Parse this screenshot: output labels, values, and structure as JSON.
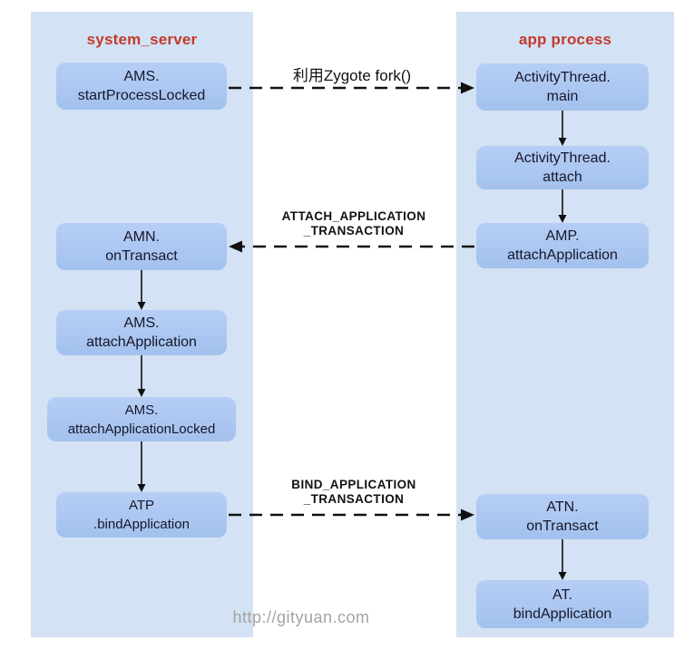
{
  "panels": {
    "left": {
      "title": "system_server"
    },
    "right": {
      "title": "app process"
    }
  },
  "boxes": {
    "left": [
      {
        "line1": "AMS.",
        "line2": "startProcessLocked"
      },
      {
        "line1": "AMN.",
        "line2": "onTransact"
      },
      {
        "line1": "AMS.",
        "line2": "attachApplication"
      },
      {
        "line1": "AMS.",
        "line2": "attachApplicationLocked"
      },
      {
        "line1": "ATP",
        "line2": ".bindApplication"
      }
    ],
    "right": [
      {
        "line1": "ActivityThread.",
        "line2": "main"
      },
      {
        "line1": "ActivityThread.",
        "line2": "attach"
      },
      {
        "line1": "AMP.",
        "line2": "attachApplication"
      },
      {
        "line1": "ATN.",
        "line2": "onTransact"
      },
      {
        "line1": "AT.",
        "line2": "bindApplication"
      }
    ]
  },
  "arrows": [
    {
      "from": "AMS.startProcessLocked",
      "to": "ActivityThread.main",
      "style": "dashed",
      "label": "利用Zygote fork()"
    },
    {
      "from": "AMP.attachApplication",
      "to": "AMN.onTransact",
      "style": "dashed",
      "label_line1": "ATTACH_APPLICATION",
      "label_line2": "_TRANSACTION"
    },
    {
      "from": "ATP.bindApplication",
      "to": "ATN.onTransact",
      "style": "dashed",
      "label_line1": "BIND_APPLICATION",
      "label_line2": "_TRANSACTION"
    }
  ],
  "watermark": "http://gityuan.com",
  "colors": {
    "panel_bg": "#d3e2f4",
    "box_bg_top": "#b6cef5",
    "box_bg_bottom": "#a3c1ee",
    "header_text": "#c23b2b",
    "box_text": "#17172b",
    "arrow": "#111111",
    "watermark": "#a3a3a3"
  }
}
